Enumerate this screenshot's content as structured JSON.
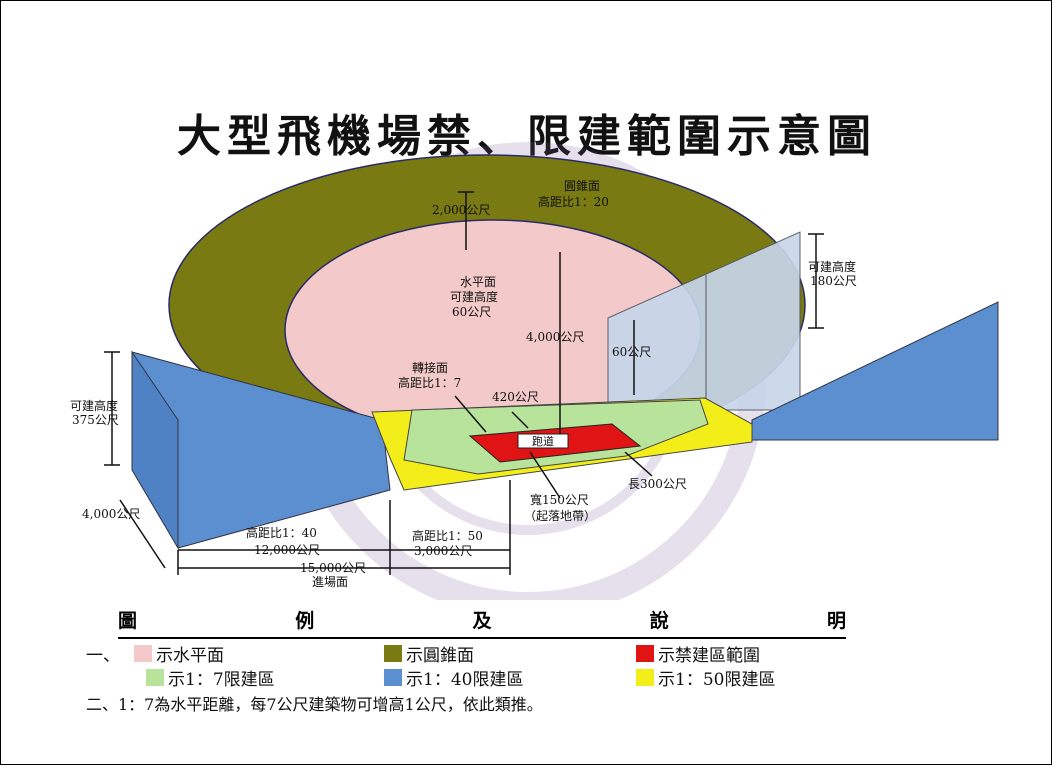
{
  "title": "大型飛機場禁、限建範圍示意圖",
  "diagram": {
    "conical_surface_title": "圓錐面",
    "conical_surface_ratio": "高距比1：20",
    "conical_width": "2,000公尺",
    "horizontal_surface_line1": "水平面",
    "horizontal_surface_line2": "可建高度",
    "horizontal_surface_line3": "60公尺",
    "right_height_line1": "可建高度",
    "right_height_line2": "180公尺",
    "radius": "4,000公尺",
    "height_60": "60公尺",
    "transition_line1": "轉接面",
    "transition_line2": "高距比1：7",
    "transition_width": "420公尺",
    "runway_label": "跑道",
    "left_height_line1": "可建高度",
    "left_height_line2": "375公尺",
    "runway_length": "長300公尺",
    "strip_width_line1": "寬150公尺",
    "strip_width_line2": "（起落地帶）",
    "left_width": "4,000公尺",
    "ratio_1_40": "高距比1：40",
    "dist_12000": "12,000公尺",
    "ratio_1_50": "高距比1：50",
    "dist_3000": "3,000公尺",
    "dist_15000_line1": "15,000公尺",
    "dist_15000_line2": "進場面"
  },
  "legend": {
    "header": [
      "圖",
      "例",
      "及",
      "說",
      "明"
    ],
    "item1_prefix": "一、",
    "item_horizontal": "示水平面",
    "item_conical": "示圓錐面",
    "item_prohibited": "示禁建區範圍",
    "item_1_7": "示1：7限建區",
    "item_1_40": "示1：40限建區",
    "item_1_50": "示1：50限建區",
    "note": "二、1：7為水平距離，每7公尺建築物可增高1公尺，依此類推。"
  },
  "colors": {
    "horizontal": "#f3c9c9",
    "conical": "#7a7a12",
    "prohibited": "#e01414",
    "limit_1_7": "#b7e39a",
    "limit_1_40": "#5b8fd0",
    "limit_1_50": "#f3ee1a"
  }
}
